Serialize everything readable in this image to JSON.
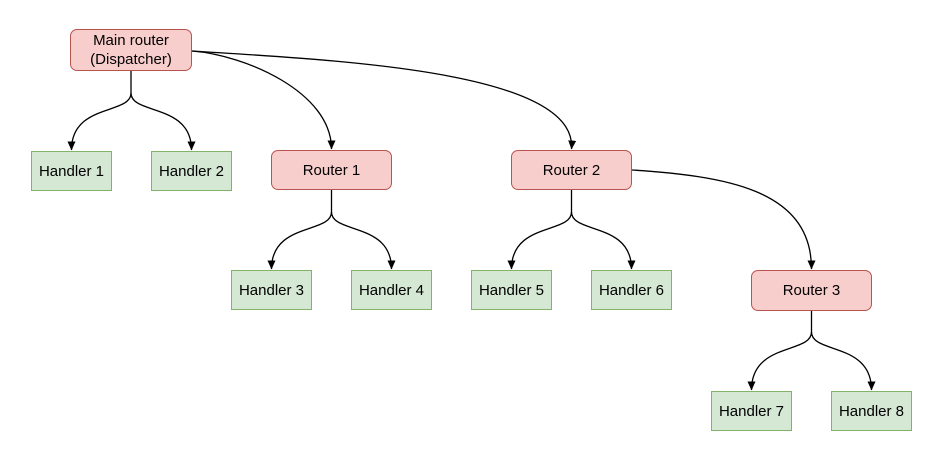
{
  "diagram": {
    "colors": {
      "router_fill": "#f8cecc",
      "router_stroke": "#b85450",
      "handler_fill": "#d5e8d4",
      "handler_stroke": "#82b366",
      "edge": "#000000",
      "background": "#ffffff",
      "text": "#000000"
    },
    "nodes": {
      "main": {
        "line1": "Main router",
        "line2": "(Dispatcher)",
        "type": "router"
      },
      "router1": {
        "label": "Router 1",
        "type": "router"
      },
      "router2": {
        "label": "Router 2",
        "type": "router"
      },
      "router3": {
        "label": "Router 3",
        "type": "router"
      },
      "handler1": {
        "label": "Handler 1",
        "type": "handler"
      },
      "handler2": {
        "label": "Handler 2",
        "type": "handler"
      },
      "handler3": {
        "label": "Handler 3",
        "type": "handler"
      },
      "handler4": {
        "label": "Handler 4",
        "type": "handler"
      },
      "handler5": {
        "label": "Handler 5",
        "type": "handler"
      },
      "handler6": {
        "label": "Handler 6",
        "type": "handler"
      },
      "handler7": {
        "label": "Handler 7",
        "type": "handler"
      },
      "handler8": {
        "label": "Handler 8",
        "type": "handler"
      }
    },
    "edges": [
      {
        "from": "main",
        "to": "handler1"
      },
      {
        "from": "main",
        "to": "handler2"
      },
      {
        "from": "main",
        "to": "router1"
      },
      {
        "from": "main",
        "to": "router2"
      },
      {
        "from": "router1",
        "to": "handler3"
      },
      {
        "from": "router1",
        "to": "handler4"
      },
      {
        "from": "router2",
        "to": "handler5"
      },
      {
        "from": "router2",
        "to": "handler6"
      },
      {
        "from": "router2",
        "to": "router3"
      },
      {
        "from": "router3",
        "to": "handler7"
      },
      {
        "from": "router3",
        "to": "handler8"
      }
    ]
  }
}
